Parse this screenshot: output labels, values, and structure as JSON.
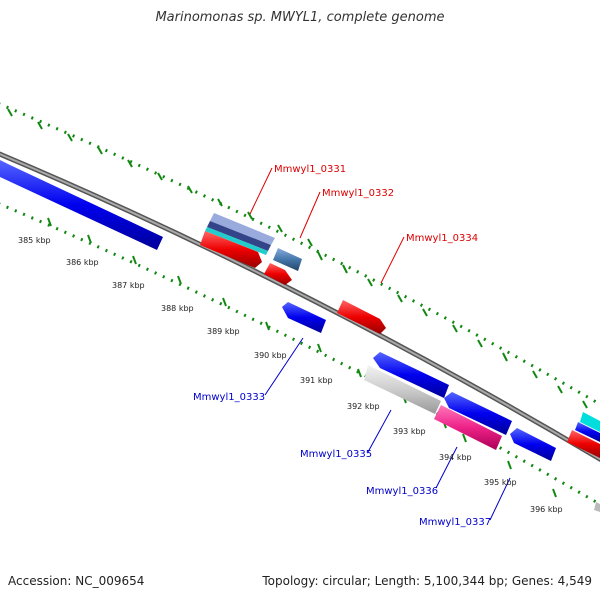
{
  "title": "Marinomonas sp. MWYL1, complete genome",
  "footer": {
    "accession": "Accession: NC_009654",
    "topology": "Topology: circular; Length: 5,100,344 bp; Genes: 4,549"
  },
  "kbp_ticks": [
    {
      "label": "385 kbp"
    },
    {
      "label": "386 kbp"
    },
    {
      "label": "387 kbp"
    },
    {
      "label": "388 kbp"
    },
    {
      "label": "389 kbp"
    },
    {
      "label": "390 kbp"
    },
    {
      "label": "391 kbp"
    },
    {
      "label": "392 kbp"
    },
    {
      "label": "393 kbp"
    },
    {
      "label": "394 kbp"
    },
    {
      "label": "395 kbp"
    },
    {
      "label": "396 kbp"
    }
  ],
  "gene_labels": [
    {
      "text": "Mmwyl1_0331",
      "color": "#dd0000"
    },
    {
      "text": "Mmwyl1_0332",
      "color": "#dd0000"
    },
    {
      "text": "Mmwyl1_0334",
      "color": "#dd0000"
    },
    {
      "text": "Mmwyl1_0333",
      "color": "#0000cc"
    },
    {
      "text": "Mmwyl1_0335",
      "color": "#0000cc"
    },
    {
      "text": "Mmwyl1_0336",
      "color": "#0000cc"
    },
    {
      "text": "Mmwyl1_0337",
      "color": "#0000cc"
    }
  ],
  "colors": {
    "backbone": "#888888",
    "dots": "#118811",
    "forward_gene": "#ee0000",
    "reverse_gene": "#0000ee",
    "gray_gene": "#cccccc",
    "pink_gene": "#ee2288",
    "steel_gene": "#4477aa",
    "cyan_gene": "#00dddd"
  }
}
